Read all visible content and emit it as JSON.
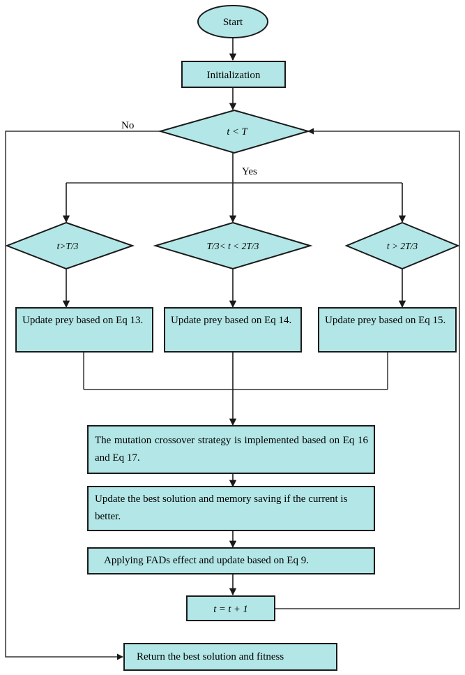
{
  "diagram": {
    "title": "Marine Predators Algorithm flowchart",
    "fill_color": "#b3e6e6",
    "stroke_color": "#1a1a1a",
    "background": "#ffffff"
  },
  "nodes": {
    "start": {
      "label": "Start",
      "shape": "ellipse"
    },
    "initialization": {
      "label": "Initialization",
      "shape": "process"
    },
    "main_condition": {
      "label": "t < T",
      "shape": "decision"
    },
    "phase1_condition": {
      "label": "t>T/3",
      "shape": "decision"
    },
    "phase2_condition": {
      "label": "T/3< t < 2T/3",
      "shape": "decision"
    },
    "phase3_condition": {
      "label": "t > 2T/3",
      "shape": "decision"
    },
    "update_eq13": {
      "label": "Update prey based on Eq 13.",
      "shape": "process"
    },
    "update_eq14": {
      "label": "Update prey based on Eq 14.",
      "shape": "process"
    },
    "update_eq15": {
      "label": "Update prey based on Eq 15.",
      "shape": "process"
    },
    "mutation_crossover": {
      "label": "The mutation crossover strategy is implemented based on Eq 16 and Eq 17.",
      "shape": "process"
    },
    "update_best": {
      "label": "Update the best solution and memory saving if the current is better.",
      "shape": "process"
    },
    "fads_effect": {
      "label": "Applying FADs effect and update based on Eq 9.",
      "shape": "process"
    },
    "increment": {
      "label": "t = t + 1",
      "shape": "process"
    },
    "return_result": {
      "label": "Return the best solution and fitness",
      "shape": "process"
    }
  },
  "edge_labels": {
    "no": "No",
    "yes": "Yes"
  }
}
